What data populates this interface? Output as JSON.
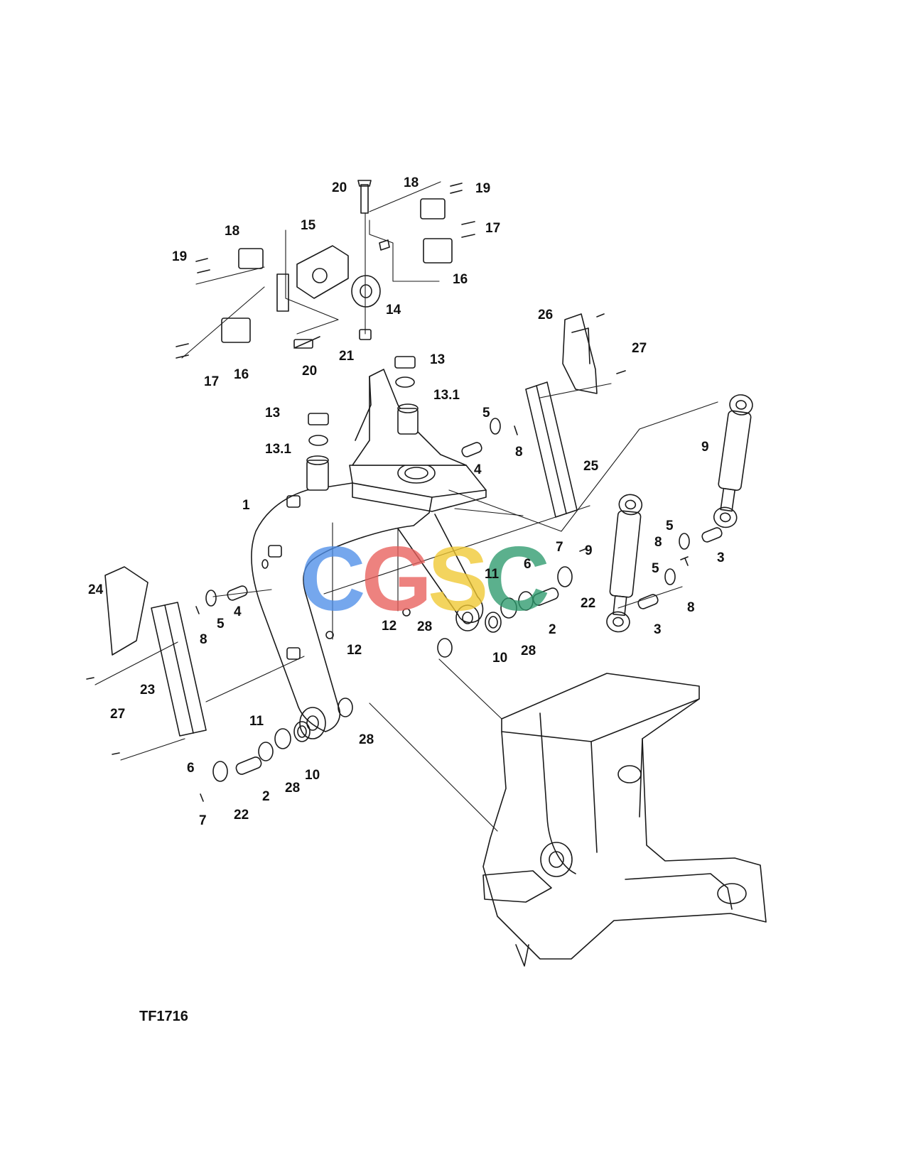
{
  "figure": {
    "code": "TF1716"
  },
  "watermark": {
    "letters": [
      {
        "char": "C",
        "color": "#4f8fe8"
      },
      {
        "char": "G",
        "color": "#e8605c"
      },
      {
        "char": "S",
        "color": "#f0c832"
      },
      {
        "char": "C",
        "color": "#2e9b6e"
      }
    ]
  },
  "callouts": {
    "c1": "1",
    "c2a": "2",
    "c2b": "2",
    "c3a": "3",
    "c3b": "3",
    "c4a": "4",
    "c4b": "4",
    "c5a": "5",
    "c5b": "5",
    "c5c": "5",
    "c5d": "5",
    "c6a": "6",
    "c6b": "6",
    "c7a": "7",
    "c7b": "7",
    "c8a": "8",
    "c8b": "8",
    "c8c": "8",
    "c8d": "8",
    "c9a": "9",
    "c9b": "9",
    "c10a": "10",
    "c10b": "10",
    "c11a": "11",
    "c11b": "11",
    "c12a": "12",
    "c12b": "12",
    "c13a": "13",
    "c13b": "13",
    "c131a": "13.1",
    "c131b": "13.1",
    "c14": "14",
    "c15": "15",
    "c16a": "16",
    "c16b": "16",
    "c17a": "17",
    "c17b": "17",
    "c18a": "18",
    "c18b": "18",
    "c19a": "19",
    "c19b": "19",
    "c20a": "20",
    "c20b": "20",
    "c21": "21",
    "c22a": "22",
    "c22b": "22",
    "c23": "23",
    "c24": "24",
    "c25": "25",
    "c26": "26",
    "c27a": "27",
    "c27b": "27",
    "c28a": "28",
    "c28b": "28",
    "c28c": "28"
  }
}
